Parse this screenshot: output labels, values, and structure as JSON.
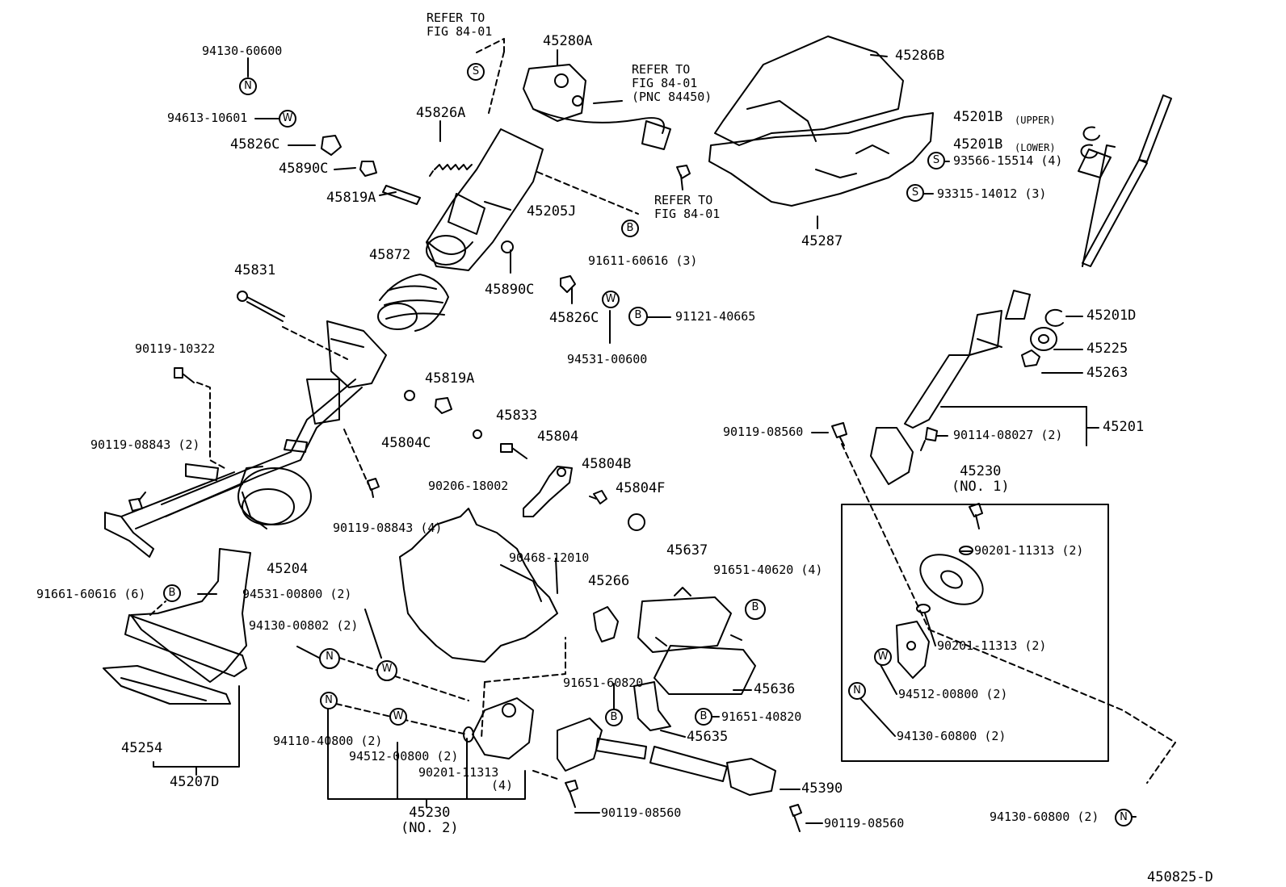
{
  "refer": {
    "r1": "REFER TO\nFIG 84-01",
    "r2": "REFER TO\nFIG 84-01\n(PNC 84450)",
    "r3": "REFER TO\nFIG 84-01"
  },
  "labels": {
    "p94130_60600": "94130-60600",
    "p94613_10601": "94613-10601",
    "p45826C_a": "45826C",
    "p45890C_a": "45890C",
    "p45819A_a": "45819A",
    "p45826A": "45826A",
    "p45280A": "45280A",
    "p45205J": "45205J",
    "p91611_60616": "91611-60616 (3)",
    "p45872": "45872",
    "p45890C_b": "45890C",
    "p45826C_b": "45826C",
    "p91121_40665": "91121-40665",
    "p94531_00600": "94531-00600",
    "p45831": "45831",
    "p90119_10322": "90119-10322",
    "p45819A_b": "45819A",
    "p45804C": "45804C",
    "p45833": "45833",
    "p90206_18002": "90206-18002",
    "p45804": "45804",
    "p45804B": "45804B",
    "p45804F": "45804F",
    "p90119_08843_2": "90119-08843 (2)",
    "p90119_08843_4": "90119-08843 (4)",
    "p45204": "45204",
    "p45286B": "45286B",
    "p45201B_u": "45201B",
    "upper": "(UPPER)",
    "p45201B_l": "45201B",
    "lower": "(LOWER)",
    "p93566_15514": "93566-15514 (4)",
    "p93315_14012": "93315-14012 (3)",
    "p45287": "45287",
    "p45201D": "45201D",
    "p45225": "45225",
    "p45263": "45263",
    "p90119_08560_a": "90119-08560",
    "p90114_08027": "90114-08027 (2)",
    "p45201": "45201",
    "p45230_1": "45230\n(NO. 1)",
    "p90201_11313_a": "90201-11313 (2)",
    "p90201_11313_b": "90201-11313 (2)",
    "p94512_00800_a": "94512-00800 (2)",
    "p94130_60800_a": "94130-60800 (2)",
    "p94130_60800_b": "94130-60800 (2)",
    "p91661_60616": "91661-60616 (6)",
    "p94531_00800": "94531-00800 (2)",
    "p94130_00802": "94130-00802 (2)",
    "p90468_12010": "90468-12010",
    "p45266": "45266",
    "p45637": "45637",
    "p91651_40620": "91651-40620 (4)",
    "p91651_60820": "91651-60820",
    "p45636": "45636",
    "p91651_40820": "91651-40820",
    "p45635": "45635",
    "p45254": "45254",
    "p45207D": "45207D",
    "p94110_40800": "94110-40800 (2)",
    "p94512_00800_b": "94512-00800 (2)",
    "p90201_11313_c": "90201-11313",
    "four": "(4)",
    "p45230_2": "45230\n(NO. 2)",
    "p90119_08560_b": "90119-08560",
    "p45390": "45390",
    "p90119_08560_c": "90119-08560",
    "figure_id": "450825-D"
  },
  "symbols": {
    "n": "N",
    "w": "W",
    "s": "S",
    "b": "B"
  }
}
